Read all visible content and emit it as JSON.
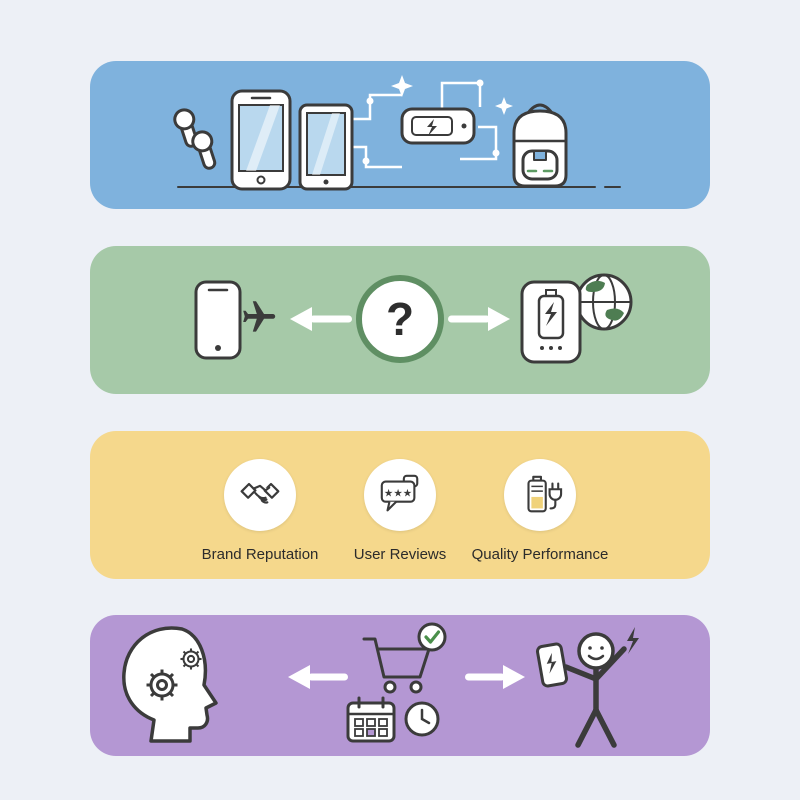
{
  "page": {
    "background_color": "#edf0f6"
  },
  "palette": {
    "outline": "#3b3b3b",
    "screen_blue": "#b9d8ee",
    "continent_green": "#4e7d52",
    "check_green": "#4a8f4a",
    "charge_yellow": "#f0d27a",
    "white": "#ffffff"
  },
  "bands": {
    "devices": {
      "background_color": "#7fb2dd",
      "icons": [
        "earbuds-icon",
        "smartphone-icon",
        "tablet-icon",
        "circuit-lines-icon",
        "power-bank-icon",
        "backpack-icon",
        "sparkle-icon",
        "ground-line"
      ]
    },
    "decision": {
      "background_color": "#a6c9a8",
      "question_mark": "?",
      "icons": [
        "phone-icon",
        "airplane-icon",
        "arrow-left-icon",
        "question-circle",
        "arrow-right-icon",
        "globe-icon",
        "power-bank-icon"
      ]
    },
    "criteria": {
      "background_color": "#f5d88c",
      "items": [
        {
          "label": "Brand Reputation",
          "icon": "handshake-icon"
        },
        {
          "label": "User Reviews",
          "icon": "review-bubble-stars-icon",
          "stars": "★★★"
        },
        {
          "label": "Quality Performance",
          "icon": "battery-plug-icon"
        }
      ]
    },
    "purchase": {
      "background_color": "#b497d3",
      "icons": [
        "thinking-head-gears-icon",
        "arrow-left-icon",
        "cart-check-icon",
        "calendar-icon",
        "clock-icon",
        "arrow-right-icon",
        "happy-person-phone-icon",
        "lightning-icon"
      ]
    }
  }
}
